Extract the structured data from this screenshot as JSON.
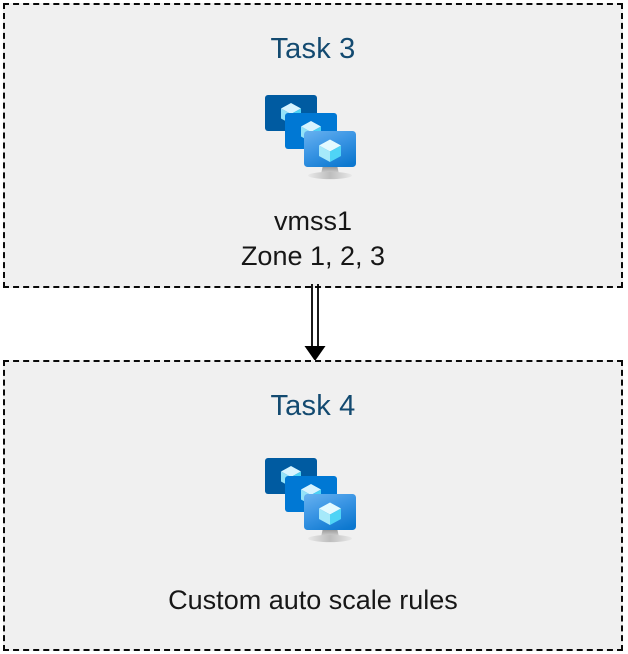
{
  "diagram": {
    "background_color": "#ffffff",
    "box_fill_color": "#f0f0f0",
    "box_border_color": "#0a0a0a",
    "title_color": "#134a70",
    "caption_color": "#171717",
    "connector_color": "#000000"
  },
  "nodes": [
    {
      "id": "task3",
      "title": "Task 3",
      "icon": "azure-vm-scale-set-icon",
      "caption_lines": [
        "vmss1",
        "Zone 1, 2, 3"
      ]
    },
    {
      "id": "task4",
      "title": "Task 4",
      "icon": "azure-vm-scale-set-icon",
      "caption_lines": [
        "Custom auto scale rules"
      ]
    }
  ],
  "connector": {
    "from": "task3",
    "to": "task4",
    "style": "double-line-with-arrowhead",
    "direction": "down"
  },
  "icon_palette": {
    "monitor_back": "#005ba1",
    "monitor_middle": "#0078d4",
    "monitor_front_top": "#4ea2e8",
    "monitor_front_bottom": "#0f7ad4",
    "cube_light": "#e8fbff",
    "cube_mid": "#9fe6fb",
    "cube_dark": "#50d3f5",
    "stand_top": "#8f8f8f",
    "stand_bottom": "#d8d8d8"
  }
}
